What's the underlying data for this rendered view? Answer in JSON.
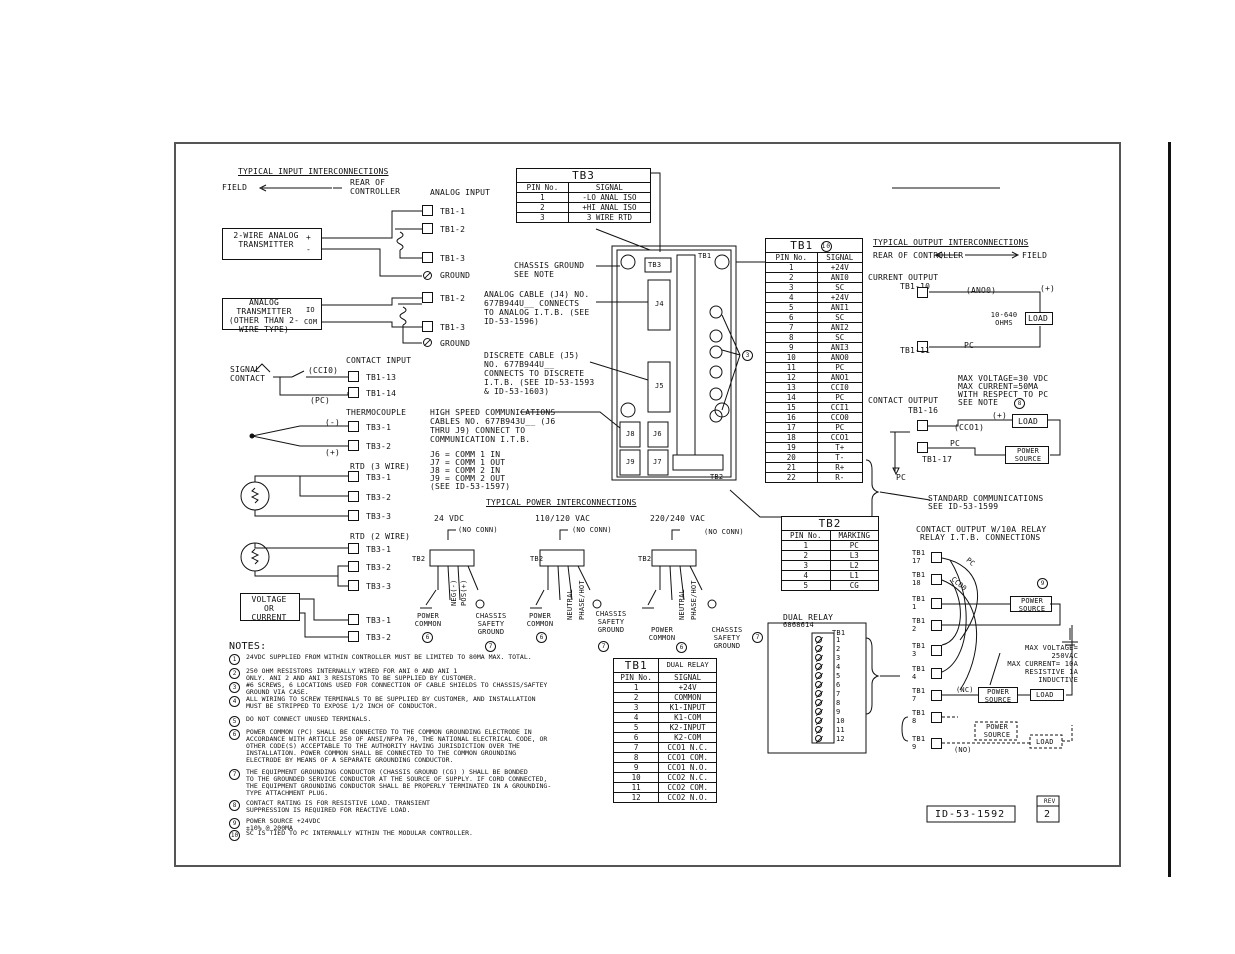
{
  "doc_number": "ID-53-1592",
  "rev_label": "REV",
  "rev_value": "2",
  "typical_input": {
    "title": "TYPICAL INPUT INTERCONNECTIONS",
    "field": "FIELD",
    "rear_of_controller": "REAR OF CONTROLLER",
    "analog_input": "ANALOG INPUT",
    "two_wire_transmitter": "2-WIRE ANALOG TRANSMITTER",
    "analog_transmitter_other": "ANALOG TRANSMITTER (OTHER THAN 2-WIRE TYPE)",
    "tb1_1": "TB1-1",
    "tb1_2": "TB1-2",
    "tb1_3": "TB1-3",
    "ground": "GROUND",
    "plus": "+",
    "minus": "-",
    "io": "Io",
    "com": "COM",
    "contact_input": "CONTACT INPUT",
    "signal_contact": "SIGNAL CONTACT",
    "cci0": "(CCI0)",
    "pc": "(PC)",
    "tb1_13": "TB1-13",
    "tb1_14": "TB1-14",
    "thermocouple": "THERMOCOUPLE",
    "tb3_1": "TB3-1",
    "tb3_2": "TB3-2",
    "tb3_3": "TB3-3",
    "tc_minus": "(-)",
    "tc_plus": "(+)",
    "rtd3": "RTD (3 WIRE)",
    "rtd2": "RTD (2 WIRE)",
    "voltage_or_current": "VOLTAGE OR CURRENT"
  },
  "tb3_table": {
    "caption": "TB3",
    "headers": [
      "PIN No.",
      "SIGNAL"
    ],
    "rows": [
      [
        "1",
        "-LO ANAL ISO"
      ],
      [
        "2",
        "+HI ANAL ISO"
      ],
      [
        "3",
        "3 WIRE RTD"
      ]
    ]
  },
  "tb1_table": {
    "caption": "TB1",
    "caption_note": "10",
    "headers": [
      "PIN No.",
      "SIGNAL"
    ],
    "rows": [
      [
        "1",
        "+24V"
      ],
      [
        "2",
        "ANI0"
      ],
      [
        "3",
        "SC"
      ],
      [
        "4",
        "+24V"
      ],
      [
        "5",
        "ANI1"
      ],
      [
        "6",
        "SC"
      ],
      [
        "7",
        "ANI2"
      ],
      [
        "8",
        "SC"
      ],
      [
        "9",
        "ANI3"
      ],
      [
        "10",
        "ANO0"
      ],
      [
        "11",
        "PC"
      ],
      [
        "12",
        "ANO1"
      ],
      [
        "13",
        "CCI0"
      ],
      [
        "14",
        "PC"
      ],
      [
        "15",
        "CCI1"
      ],
      [
        "16",
        "CCO0"
      ],
      [
        "17",
        "PC"
      ],
      [
        "18",
        "CCO1"
      ],
      [
        "19",
        "T+"
      ],
      [
        "20",
        "T-"
      ],
      [
        "21",
        "R+"
      ],
      [
        "22",
        "R-"
      ]
    ]
  },
  "tb2_table": {
    "caption": "TB2",
    "headers": [
      "PIN No.",
      "MARKING"
    ],
    "rows": [
      [
        "1",
        "PC"
      ],
      [
        "2",
        "L3"
      ],
      [
        "3",
        "L2"
      ],
      [
        "4",
        "L1"
      ],
      [
        "5",
        "CG"
      ]
    ]
  },
  "dual_relay_table": {
    "caption": "TB1",
    "caption_sub": "DUAL RELAY",
    "headers": [
      "PIN No.",
      "SIGNAL"
    ],
    "rows": [
      [
        "1",
        "+24V"
      ],
      [
        "2",
        "COMMON"
      ],
      [
        "3",
        "K1-INPUT"
      ],
      [
        "4",
        "K1-COM"
      ],
      [
        "5",
        "K2-INPUT"
      ],
      [
        "6",
        "K2-COM"
      ],
      [
        "7",
        "CCO1 N.C."
      ],
      [
        "8",
        "CCO1 COM."
      ],
      [
        "9",
        "CCO1 N.O."
      ],
      [
        "10",
        "CCO2 N.C."
      ],
      [
        "11",
        "CCO2 COM."
      ],
      [
        "12",
        "CCO2 N.O."
      ]
    ]
  },
  "center": {
    "chassis_ground": "CHASSIS GROUND SEE NOTE",
    "chassis_ground_note": "3",
    "analog_cable": "ANALOG CABLE (J4) No. 677B944U__ CONNECTS TO ANALOG I.T.B. (SEE ID-53-1596)",
    "discrete_cable": "DISCRETE CABLE (J5) No. 677B944U__ CONNECTS TO DISCRETE I.T.B. (SEE ID-53-1593 & ID-53-1603)",
    "high_speed": "HIGH SPEED COMMUNICATIONS CABLES No. 677B943U__ (J6 THRU J9) CONNECT TO COMMUNICATION I.T.B.",
    "j6": "J6 = COMM 1 IN",
    "j7": "J7 = COMM 1 OUT",
    "j8": "J8 = COMM 2 IN",
    "j9": "J9 = COMM 2 OUT",
    "see_1597": "(SEE ID-53-1597)",
    "jack_j4": "J4",
    "jack_j5": "J5",
    "jack_j6": "J6",
    "jack_j7": "J7",
    "jack_j8": "J8",
    "jack_j9": "J9",
    "tb1_tag": "TB1",
    "tb3_tag": "TB3",
    "tb2_tag": "TB2",
    "note_3": "3"
  },
  "power": {
    "title": "TYPICAL POWER INTERCONNECTIONS",
    "v24": "24 Vdc",
    "v110": "110/120 Vac",
    "v220": "220/240 Vac",
    "no_conn": "(NO CONN)",
    "tb2": "TB2",
    "power_common": "POWER COMMON",
    "chassis_safety_ground": "CHASSIS SAFETY GROUND",
    "neg": "NEG(-)",
    "pos": "POS(+)",
    "neutral": "NEUTRAL",
    "phase_hot": "PHASE/HOT",
    "note6": "6",
    "note7": "7"
  },
  "typical_output": {
    "title": "TYPICAL OUTPUT INTERCONNECTIONS",
    "rear_of_controller": "REAR OF CONTROLLER",
    "field": "FIELD",
    "current_output": "CURRENT OUTPUT",
    "tb1_10": "TB1-10",
    "tb1_11": "TB1-11",
    "ano0": "(ANO0)",
    "plus": "(+)",
    "ohms": "10-640 OHMS",
    "load": "LOAD",
    "pc": "PC",
    "max_voltage": "MAX VOLTAGE=30 Vdc",
    "max_current": "MAX CURRENT=50mA",
    "respect": "WITH RESPECT TO PC",
    "see_note": "SEE NOTE",
    "see_note_num": "8",
    "contact_output": "CONTACT OUTPUT",
    "tb1_16": "TB1-16",
    "tb1_17": "TB1-17",
    "cco01": "(CCO1)",
    "power_source": "POWER SOURCE",
    "standard_comm": "STANDARD COMMUNICATIONS",
    "see_1599": "SEE ID-53-1599"
  },
  "relay": {
    "title": "CONTACT OUTPUT W/10A RELAY",
    "title2": "RELAY I.T.B. CONNECTIONS",
    "dual_relay": "DUAL RELAY",
    "part": "6868614",
    "tb1": "TB1",
    "labels": [
      "TB1 17",
      "TB1 18",
      "TB1 1",
      "TB1 2",
      "TB1 3",
      "TB1 4",
      "TB1 7",
      "TB1 8",
      "TB1 9"
    ],
    "pc": "PC",
    "cco0": "CCO0",
    "note9": "9",
    "max_voltage": "MAX VOLTAGE= 250Vac",
    "max_current": "MAX CURRENT= 10A RESISTIVE 1A INDUCTIVE",
    "nc": "(NC)",
    "no": "(NO)",
    "power_source": "POWER SOURCE",
    "load": "LOAD",
    "pins": [
      "1",
      "2",
      "3",
      "4",
      "5",
      "6",
      "7",
      "8",
      "9",
      "10",
      "11",
      "12"
    ]
  },
  "notes": {
    "title": "NOTES:",
    "items": [
      {
        "n": "1",
        "text": "24Vdc SUPPLIED FROM WITHIN CONTROLLER MUST BE LIMITED TO 80mA MAX. TOTAL."
      },
      {
        "n": "2",
        "text": "250 OHM RESISTORS INTERNALLY WIRED FOR ANI 0 AND ANI 1\nONLY. ANI 2 AND ANI 3 RESISTORS TO BE SUPPLIED BY CUSTOMER."
      },
      {
        "n": "3",
        "text": "#6 SCREWS, 6 LOCATIONS USED FOR CONNECTION OF CABLE SHIELDS TO CHASSIS/SAFTEY\nGROUND VIA CASE."
      },
      {
        "n": "4",
        "text": "ALL WIRING TO SCREW TERMINALS TO BE SUPPLIED BY CUSTOMER, AND INSTALLATION\nMUST BE STRIPPED TO EXPOSE 1/2 INCH OF CONDUCTOR."
      },
      {
        "n": "5",
        "text": "DO NOT CONNECT UNUSED TERMINALS."
      },
      {
        "n": "6",
        "text": "POWER COMMON (PC) SHALL BE CONNECTED TO THE COMMON GROUNDING ELECTRODE IN\nACCORDANCE WITH ARTICLE 250 OF ANSI/NFPA 70, THE NATIONAL ELECTRICAL CODE, OR\nOTHER CODE(S) ACCEPTABLE TO THE AUTHORITY HAVING JURISDICTION OVER THE\nINSTALLATION. POWER COMMON SHALL BE CONNECTED TO THE COMMON GROUNDING\nELECTRODE BY MEANS OF A SEPARATE GROUNDING CONDUCTOR."
      },
      {
        "n": "7",
        "text": "THE EQUIPMENT GROUNDING CONDUCTOR (CHASSIS GROUND (CG) ) SHALL BE BONDED\nTO THE GROUNDED SERVICE CONDUCTOR AT THE SOURCE OF SUPPLY. IF CORD CONNECTED,\nTHE EQUIPMENT GROUNDING CONDUCTOR SHALL BE PROPERLY TERMINATED IN A GROUNDING-\nTYPE ATTACHMENT PLUG."
      },
      {
        "n": "8",
        "text": "CONTACT RATING IS FOR RESISTIVE LOAD. TRANSIENT\nSUPPRESSION IS REQUIRED FOR REACTIVE LOAD."
      },
      {
        "n": "9",
        "text": "POWER SOURCE +24Vdc\n±10% @ 200mA"
      },
      {
        "n": "10",
        "text": "SC IS TIED TO PC INTERNALLY WITHIN THE MODULAR CONTROLLER."
      }
    ]
  }
}
